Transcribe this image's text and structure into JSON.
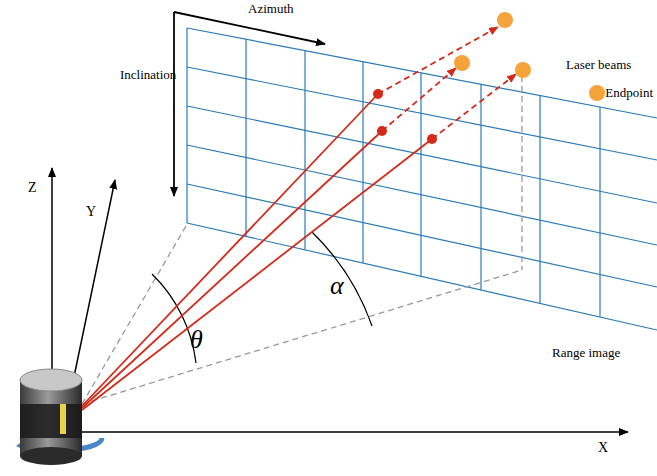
{
  "diagram": {
    "labels": [
      "Azimuth",
      "Inclination",
      "Laser beams",
      "Endpoint",
      "Range image",
      "Z",
      "Y",
      "X",
      "θ",
      "α"
    ]
  }
}
